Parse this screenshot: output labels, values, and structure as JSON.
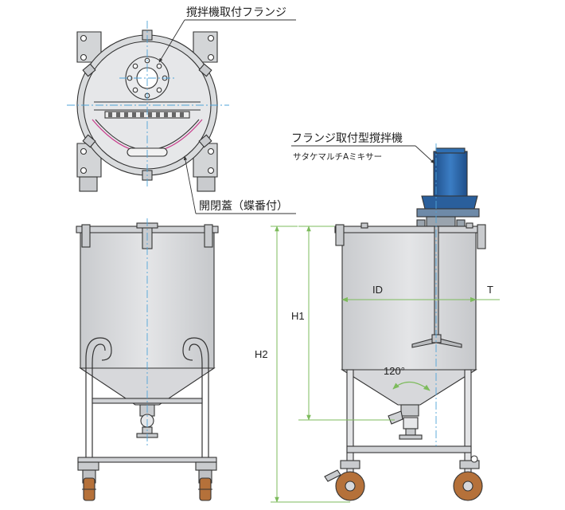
{
  "labels": {
    "mixer_flange": "撹拌機取付フランジ",
    "hinged_lid": "開閉蓋（蝶番付）",
    "flange_mixer": "フランジ取付型撹拌機",
    "mixer_model": "サタケマルチAミキサー"
  },
  "dimensions": {
    "id": "ID",
    "t": "T",
    "h1": "H1",
    "h2": "H2",
    "angle": "120°"
  },
  "colors": {
    "line": "#333333",
    "fill": "#d3d5d7",
    "fill_light": "#e3e4e6",
    "centerline": "#4fa3d8",
    "dimension": "#7dbb5c",
    "motor": "#2f6fb3",
    "motor_dark": "#1f4f8a",
    "wheel": "#b5713a",
    "lid_hatch": "#c73a8a"
  }
}
